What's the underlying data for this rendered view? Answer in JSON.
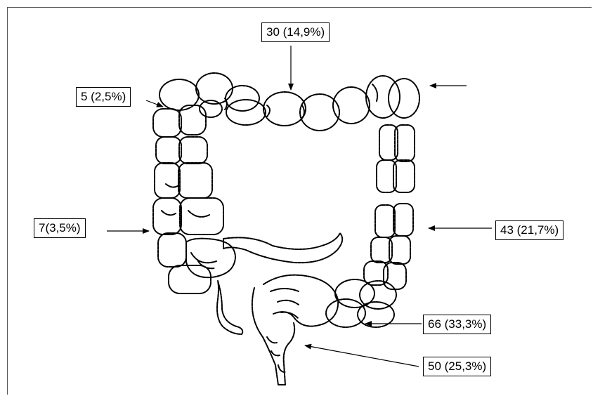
{
  "labels": {
    "transverse": "30 (14,9%)",
    "hepatic_flexure": "5 (2,5%)",
    "ascending": "7(3,5%)",
    "descending": "43 (21,7%)",
    "sigmoid": "66 (33,3%)",
    "rectum": "50 (25,3%)"
  }
}
